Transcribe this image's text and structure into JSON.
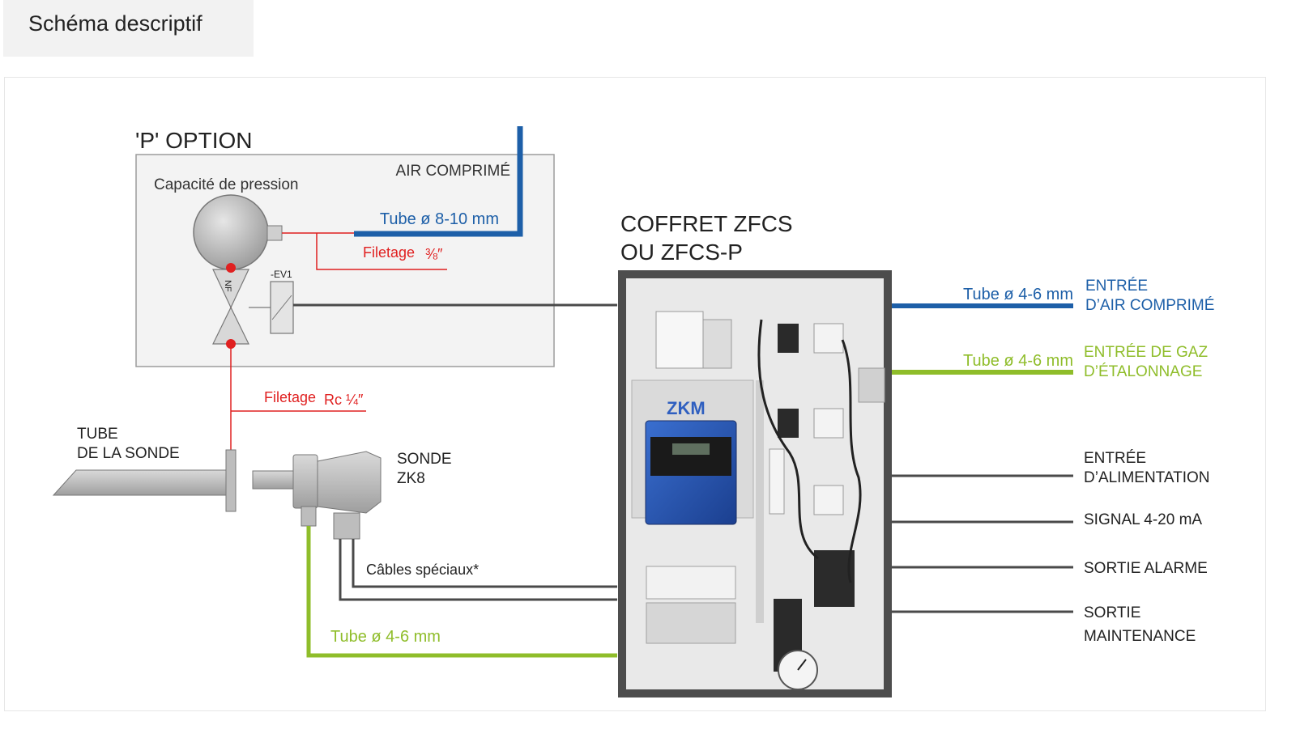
{
  "header": {
    "tab_label": "Schéma descriptif"
  },
  "colors": {
    "blue": "#1d5fa8",
    "green": "#8fbd2a",
    "red": "#e02020",
    "dark": "#4a4a4a",
    "cabinet": "#555555"
  },
  "option": {
    "title": "'P' OPTION",
    "capacity_label": "Capacité de pression",
    "air_label": "AIR COMPRIMÉ",
    "tube_label": "Tube ø 8-10 mm",
    "thread_label": "Filetage",
    "thread_value": "⅜″",
    "valve_label": "NF",
    "ev_label": "-EV1"
  },
  "probe": {
    "thread_label": "Filetage",
    "thread_value": "Rc ¼″",
    "probe_tube_line1": "TUBE",
    "probe_tube_line2": "DE LA SONDE",
    "sonde_line1": "SONDE",
    "sonde_line2": "ZK8",
    "cables_label": "Câbles spéciaux*",
    "tube_label": "Tube ø 4-6 mm"
  },
  "cabinet": {
    "title_line1": "COFFRET ZFCS",
    "title_line2": "OU ZFCS-P",
    "analyzer_label": "ZKM"
  },
  "outputs": {
    "air_tube": "Tube ø 4-6 mm",
    "air_line1": "ENTRÉE",
    "air_line2": "D’AIR COMPRIMÉ",
    "gas_tube": "Tube ø 4-6 mm",
    "gas_line1": "ENTRÉE DE GAZ",
    "gas_line2": "D’ÉTALONNAGE",
    "power_line1": "ENTRÉE",
    "power_line2": "D’ALIMENTATION",
    "signal": "SIGNAL 4-20 mA",
    "alarm": "SORTIE ALARME",
    "maint_line1": "SORTIE",
    "maint_line2": "MAINTENANCE"
  }
}
